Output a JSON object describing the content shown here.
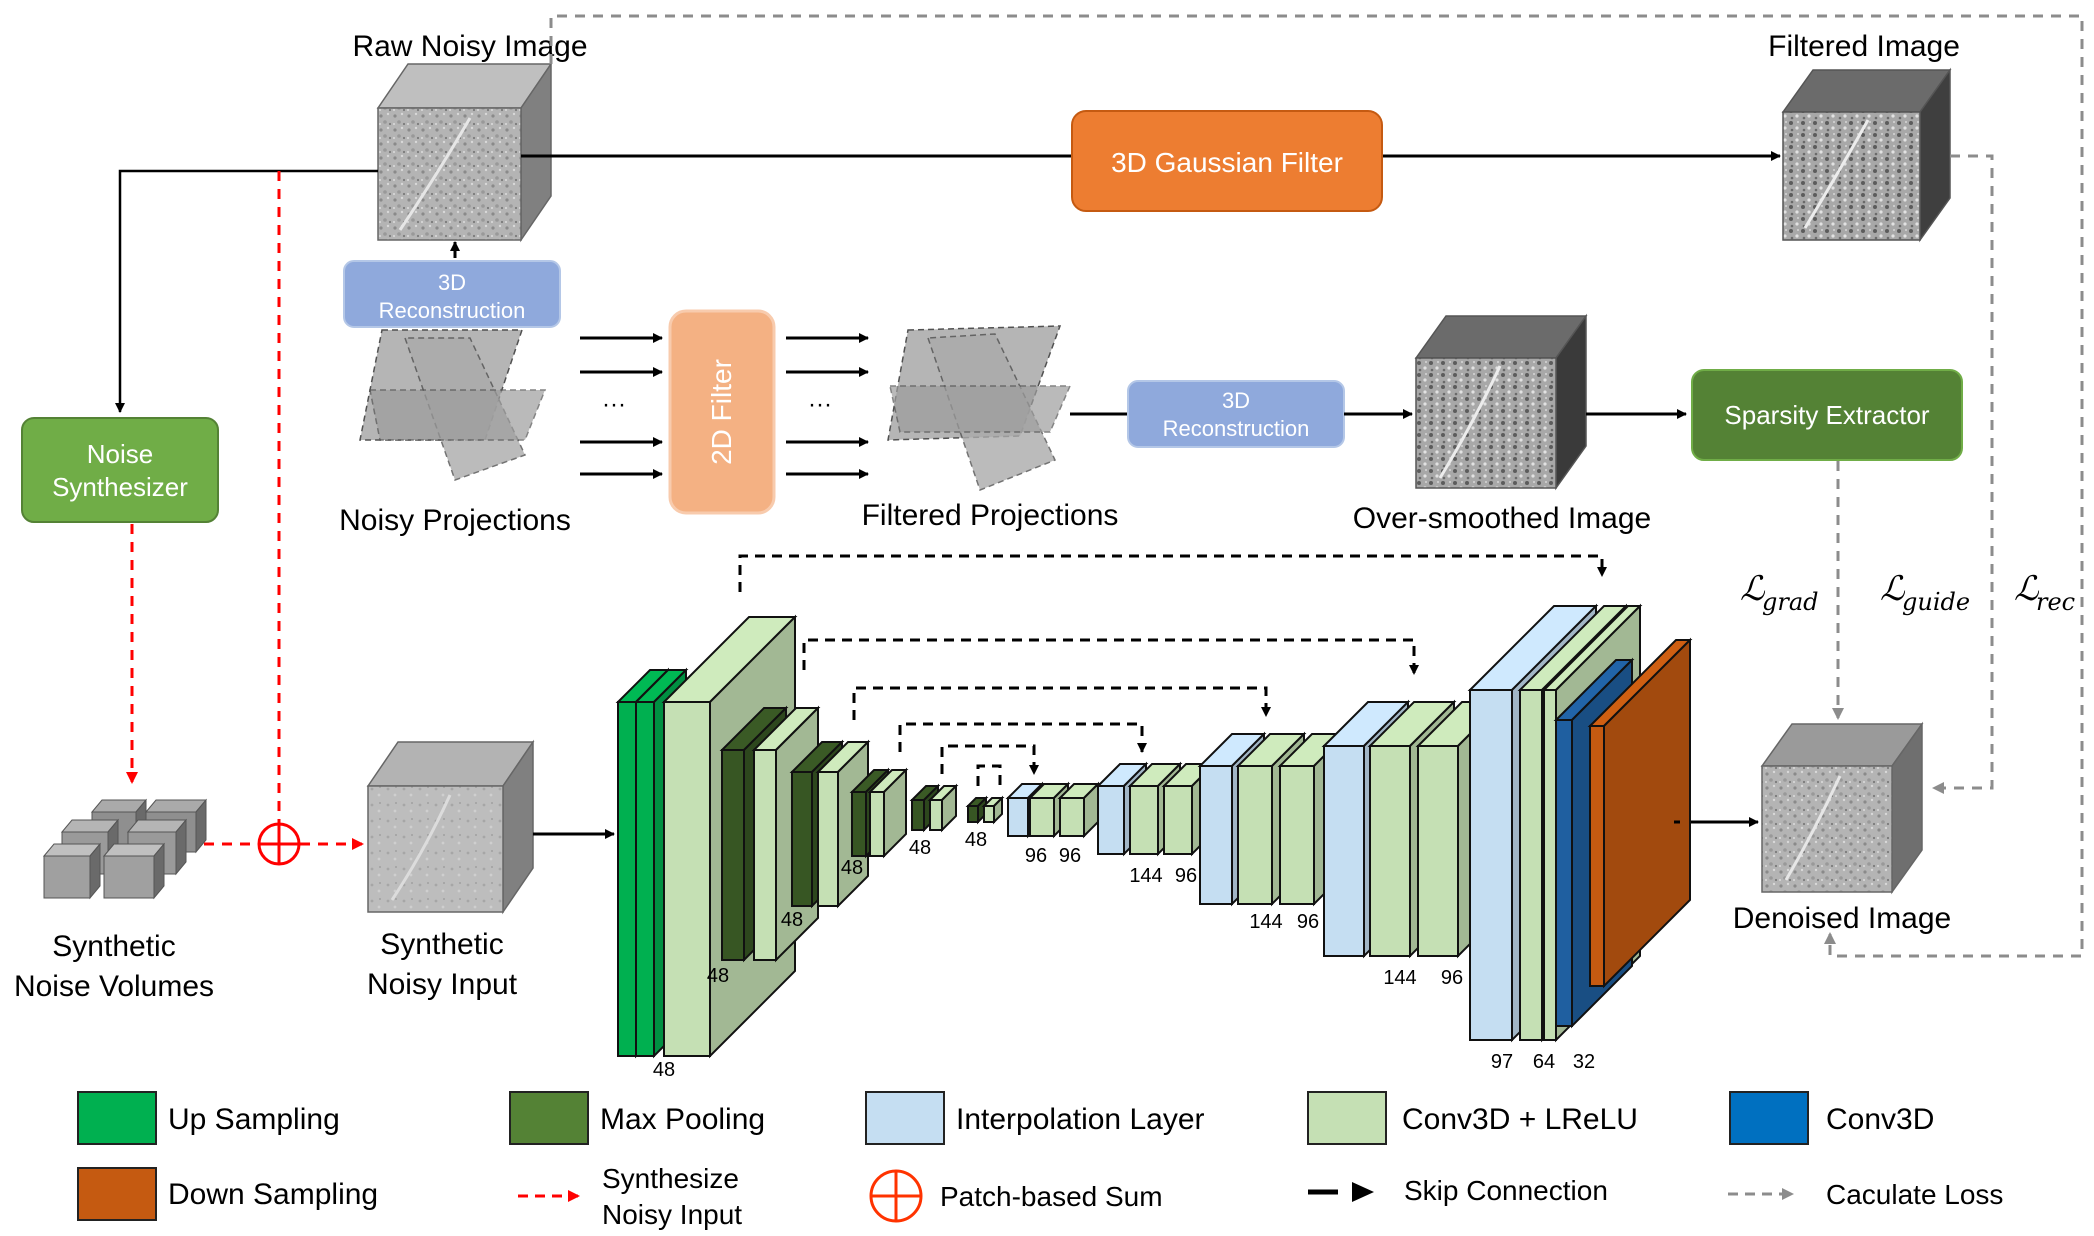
{
  "labels": {
    "raw_noisy_image": "Raw Noisy Image",
    "filtered_image": "Filtered Image",
    "noisy_projections": "Noisy Projections",
    "filtered_projections": "Filtered Projections",
    "over_smoothed_image": "Over-smoothed Image",
    "synthetic_noise_line1": "Synthetic",
    "synthetic_noise_line2": "Noise Volumes",
    "synthetic_input_line1": "Synthetic",
    "synthetic_input_line2": "Noisy Input",
    "denoised_image": "Denoised Image",
    "ellipsis": "···"
  },
  "boxes": {
    "gaussian_filter": "3D Gaussian Filter",
    "recon_top_line1": "3D",
    "recon_top_line2": "Reconstruction",
    "filter_2d": "2D Filter",
    "recon_mid_line1": "3D",
    "recon_mid_line2": "Reconstruction",
    "sparsity_extractor": "Sparsity Extractor",
    "noise_synth_line1": "Noise",
    "noise_synth_line2": "Synthesizer"
  },
  "losses": {
    "grad": {
      "symbol": "ℒ",
      "sub": "grad"
    },
    "guide": {
      "symbol": "ℒ",
      "sub": "guide"
    },
    "rec": {
      "symbol": "ℒ",
      "sub": "rec"
    }
  },
  "channels": {
    "c1": "48",
    "c2": "48",
    "c3": "48",
    "c4": "48",
    "c5": "48",
    "c6": "48",
    "u1a": "96",
    "u1b": "96",
    "u2a": "144",
    "u2b": "96",
    "u3a": "144",
    "u3b": "96",
    "u4a": "144",
    "u4b": "96",
    "f1": "97",
    "f2": "64",
    "f3": "32"
  },
  "legend": {
    "up_sampling": "Up Sampling",
    "max_pooling": "Max Pooling",
    "interpolation": "Interpolation Layer",
    "conv_lrelu": "Conv3D + LReLU",
    "conv3d": "Conv3D",
    "down_sampling": "Down Sampling",
    "synth_line1": "Synthesize",
    "synth_line2": "Noisy Input",
    "patch_sum": "Patch-based Sum",
    "skip": "Skip Connection",
    "calc_loss": "Caculate Loss"
  },
  "colors": {
    "up_sampling": "#16a34a",
    "max_pooling": "#4a7a2c",
    "interpolation": "#c7dff0",
    "conv_lrelu": "#c8e0b8",
    "conv3d": "#1a5fa8",
    "down_sampling": "#c55a11",
    "orange_box": "#ed7d31",
    "green_box": "#70ad47",
    "blue_box": "#8fa9dc",
    "peach_box": "#f4b183",
    "red_dash": "#ff0000",
    "loss_gray": "#8c8c8c"
  }
}
